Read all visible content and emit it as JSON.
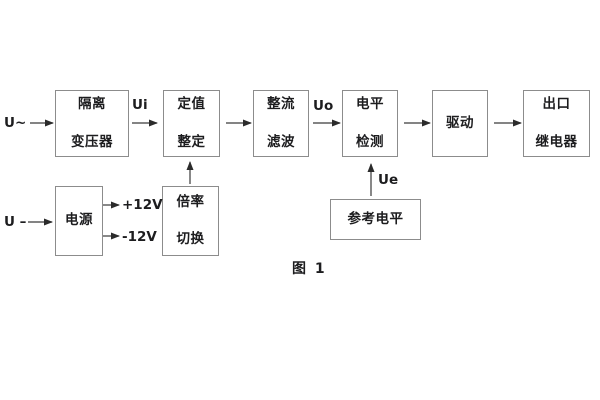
{
  "figure": {
    "caption": "图 1"
  },
  "blocks": {
    "isolation_transformer": {
      "lines": [
        "隔离",
        "变压器"
      ]
    },
    "setting_adjustment": {
      "lines": [
        "定值",
        "整定"
      ]
    },
    "rectifier_filter": {
      "lines": [
        "整流",
        "滤波"
      ]
    },
    "level_detection": {
      "lines": [
        "电平",
        "检测"
      ]
    },
    "drive": {
      "lines": [
        "驱动"
      ]
    },
    "output_relay": {
      "lines": [
        "出口",
        "继电器"
      ]
    },
    "power_supply": {
      "lines": [
        "电源"
      ]
    },
    "ratio_switching": {
      "lines": [
        "倍率",
        "切换"
      ]
    },
    "reference_level": {
      "lines": [
        "参考电平"
      ]
    }
  },
  "signals": {
    "ac_input": "U~",
    "dc_input": "U –",
    "ui": "Ui",
    "uo": "Uo",
    "ue": "Ue",
    "plus_12v": "+12V",
    "minus_12v": "-12V"
  },
  "colors": {
    "background": "#ffffff",
    "box_border": "#8c8c8c",
    "arrow": "#3a3a3a",
    "text": "#1d1d1f"
  }
}
